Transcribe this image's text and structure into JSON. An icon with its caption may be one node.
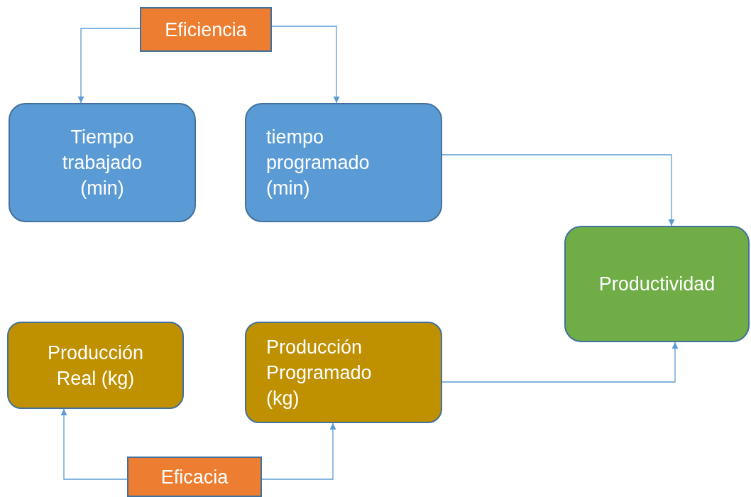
{
  "diagram": {
    "nodes": [
      {
        "text": [
          "Eficiencia"
        ]
      },
      {
        "text": [
          "Tiempo trabajado (min)"
        ]
      },
      {
        "text": [
          "tiempo programado (min)"
        ]
      },
      {
        "text": [
          "Productividad"
        ]
      },
      {
        "text": [
          "Producción Real (kg)"
        ]
      },
      {
        "text": [
          "Producción Programado (kg)"
        ]
      },
      {
        "text": [
          "Eficacia"
        ]
      }
    ],
    "edges": [
      {
        "from": 0,
        "to": 1,
        "arrow": "to"
      },
      {
        "from": 0,
        "to": 2,
        "arrow": "to"
      },
      {
        "from": 2,
        "to": 3,
        "arrow": "to"
      },
      {
        "from": 6,
        "to": 4,
        "arrow": "to"
      },
      {
        "from": 6,
        "to": 5,
        "arrow": "to"
      },
      {
        "from": 5,
        "to": 3,
        "arrow": "to"
      }
    ]
  }
}
